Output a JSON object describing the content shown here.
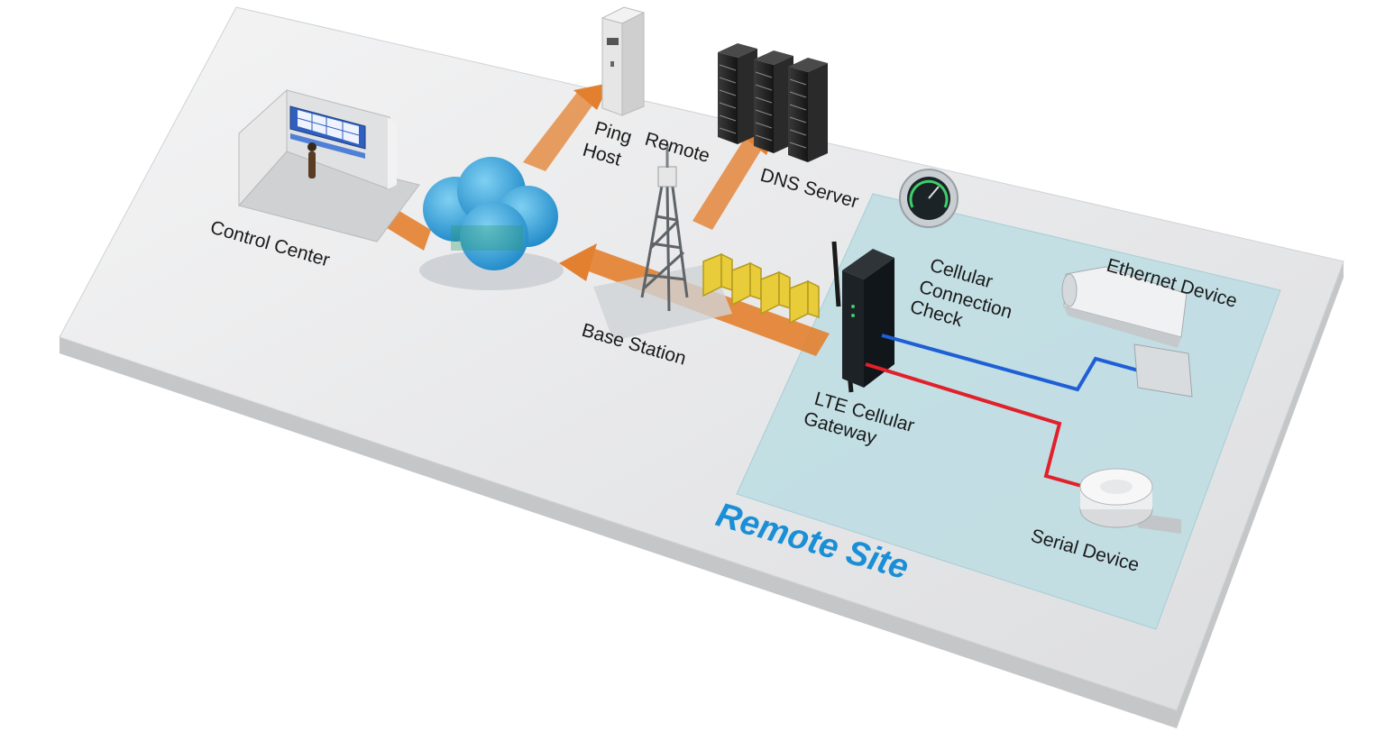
{
  "labels": {
    "ping_host_1": "Ping",
    "ping_host_2": "Host",
    "remote": "Remote",
    "dns_server": "DNS Server",
    "control_center": "Control Center",
    "base_station": "Base Station",
    "cellular_1": "Cellular",
    "cellular_2": "Connection",
    "cellular_3": "Check",
    "ethernet_device": "Ethernet Device",
    "lte_1": "LTE Cellular",
    "lte_2": "Gateway",
    "serial_device": "Serial Device",
    "remote_site": "Remote Site"
  },
  "colors": {
    "platform_top": "#e8e9ea",
    "platform_side": "#c9cbcd",
    "remote_zone": "#bfdde3",
    "arrow": "#e3802f",
    "cloud": "#2f9fd4",
    "ethernet_cable": "#1f5fd6",
    "serial_cable": "#e0202a",
    "site_label": "#1a8fd6"
  }
}
